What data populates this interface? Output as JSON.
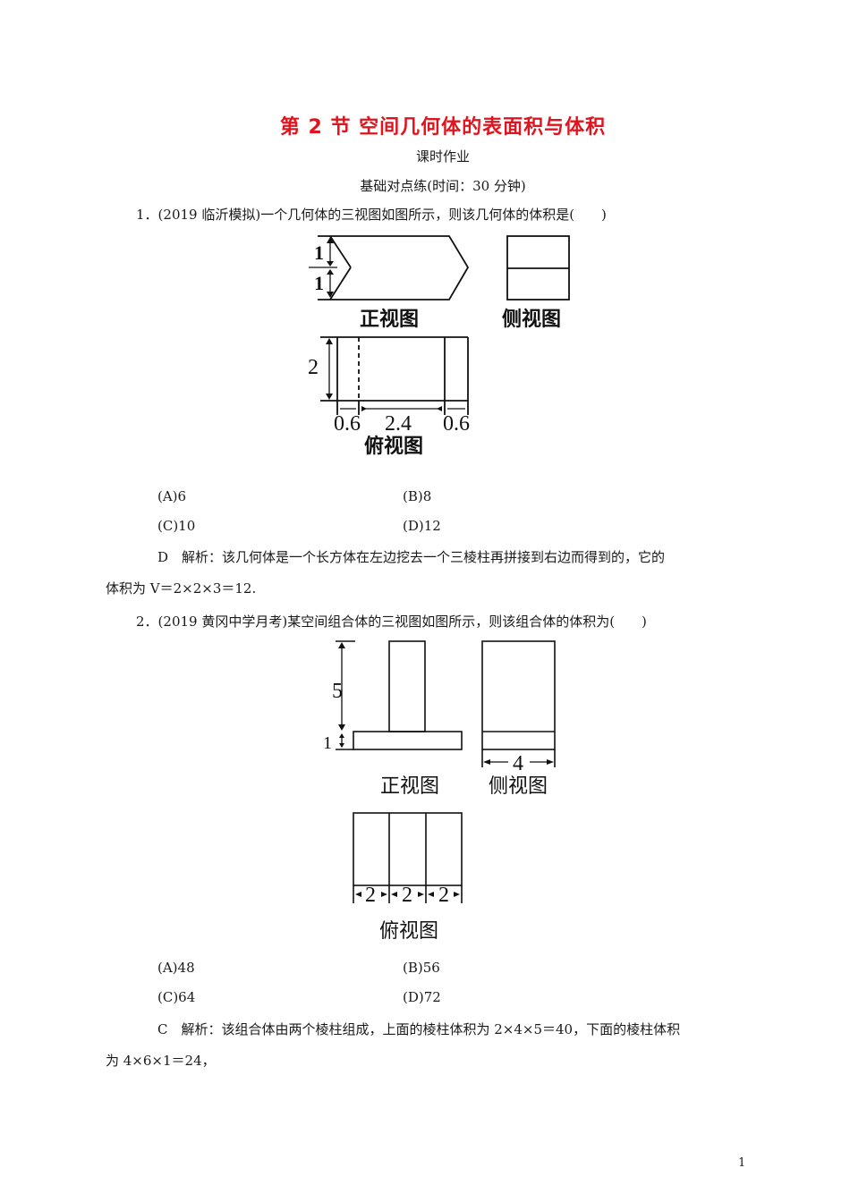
{
  "header": {
    "title": "第 2 节  空间几何体的表面积与体积",
    "subtitle": "课时作业",
    "section": "基础对点练(时间：30 分钟)"
  },
  "questions": [
    {
      "number": "1．",
      "stem": "(2019 临沂模拟)一个几何体的三视图如图所示，则该几何体的体积是(　　)",
      "figure": {
        "front_view": {
          "caption": "正视图",
          "dims": [
            "1",
            "1"
          ]
        },
        "side_view": {
          "caption": "侧视图"
        },
        "top_view": {
          "caption": "俯视图",
          "dims": [
            "2",
            "0.6",
            "2.4",
            "0.6"
          ]
        }
      },
      "options": [
        {
          "label": "(A)6"
        },
        {
          "label": "(B)8"
        },
        {
          "label": "(C)10"
        },
        {
          "label": "(D)12"
        }
      ],
      "answer_line1": "D　解析：该几何体是一个长方体在左边挖去一个三棱柱再拼接到右边而得到的，它的",
      "answer_line2": "体积为 V＝2×2×3＝12."
    },
    {
      "number": "2．",
      "stem": "(2019 黄冈中学月考)某空间组合体的三视图如图所示，则该组合体的体积为(　　)",
      "figure": {
        "front_view": {
          "caption": "正视图",
          "dims": [
            "5",
            "1"
          ]
        },
        "side_view": {
          "caption": "侧视图",
          "dims": [
            "4"
          ]
        },
        "top_view": {
          "caption": "俯视图",
          "dims": [
            "2",
            "2",
            "2"
          ]
        }
      },
      "options": [
        {
          "label": "(A)48"
        },
        {
          "label": "(B)56"
        },
        {
          "label": "(C)64"
        },
        {
          "label": "(D)72"
        }
      ],
      "answer_line1": "C　解析：该组合体由两个棱柱组成，上面的棱柱体积为 2×4×5＝40，下面的棱柱体积",
      "answer_line2": "为 4×6×1＝24，"
    }
  ],
  "footer": {
    "page_number": "1"
  },
  "colors": {
    "title": "#e0141e",
    "text": "#1a1a1a"
  }
}
